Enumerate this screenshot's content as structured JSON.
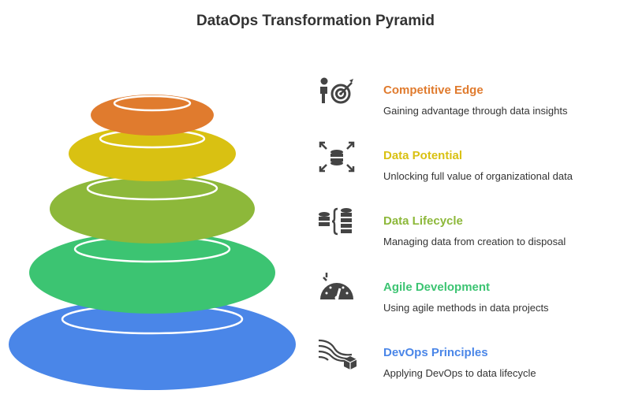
{
  "title": "DataOps Transformation Pyramid",
  "layers": [
    {
      "label": "Competitive Edge",
      "desc": "Gaining advantage through data insights",
      "color": "#E07B2E",
      "icon": "target-archer-icon"
    },
    {
      "label": "Data Potential",
      "desc": "Unlocking full value of organizational data",
      "color": "#D9C112",
      "icon": "database-expand-icon"
    },
    {
      "label": "Data Lifecycle",
      "desc": "Managing data from creation to disposal",
      "color": "#8DB83A",
      "icon": "data-stack-bracket-icon"
    },
    {
      "label": "Agile Development",
      "desc": "Using agile methods in data projects",
      "color": "#3CC472",
      "icon": "speed-gauge-icon"
    },
    {
      "label": "DevOps Principles",
      "desc": "Applying DevOps to data lifecycle",
      "color": "#4A86E8",
      "icon": "flow-lines-cube-icon"
    }
  ]
}
